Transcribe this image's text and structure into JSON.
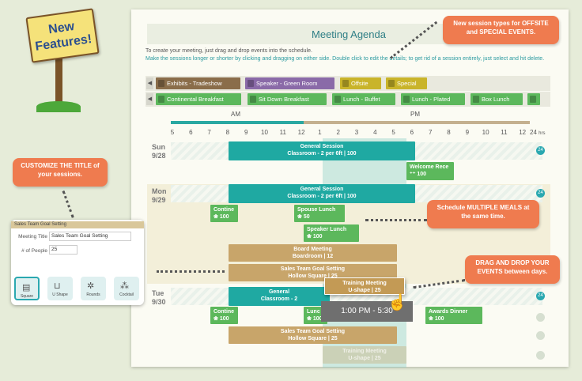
{
  "sign": {
    "text": "New Features!"
  },
  "app": {
    "title": "Meeting Agenda",
    "instructions_1": "To create your meeting, just drag and drop events into the schedule.",
    "instructions_2": "Make the sessions longer or shorter by clicking and dragging on either side. Double click to edit the details; to get rid of a session entirely, just select and hit delete."
  },
  "palette": {
    "row1": [
      "Exhibits - Tradeshow",
      "Speaker - Green Room",
      "Offsite",
      "Special"
    ],
    "row1_colors": [
      "#8a6d4a",
      "#8a6aa8",
      "#c9b42a",
      "#c9b42a"
    ],
    "row2": [
      "Continental Breakfast",
      "Sit Down Breakfast",
      "Lunch - Buffet",
      "Lunch - Plated",
      "Box Lunch"
    ]
  },
  "timeline": {
    "am": "AM",
    "pm": "PM",
    "hours": [
      "5",
      "6",
      "7",
      "8",
      "9",
      "10",
      "11",
      "12",
      "1",
      "2",
      "3",
      "4",
      "5",
      "6",
      "7",
      "8",
      "9",
      "10",
      "11",
      "12"
    ],
    "end_label": "24",
    "hrs": "hrs"
  },
  "days": [
    {
      "day": "Sun",
      "date": "9/28",
      "badge": "24"
    },
    {
      "day": "Mon",
      "date": "9/29",
      "badge": "24"
    },
    {
      "day": "Tue",
      "date": "9/30",
      "badge": "24"
    }
  ],
  "events": {
    "sun_general_1": "General Session",
    "sun_general_2": "Classroom - 2 per 6ft | 100",
    "sun_welcome_1": "Welcome Rece",
    "sun_welcome_2": "100",
    "mon_general_1": "General Session",
    "mon_general_2": "Classroom - 2 per 6ft | 100",
    "mon_continental_1": "Contine",
    "mon_continental_2": "100",
    "mon_spouse_1": "Spouse Lunch",
    "mon_spouse_2": "50",
    "mon_speaker_1": "Speaker Lunch",
    "mon_speaker_2": "100",
    "mon_board_1": "Board Meeting",
    "mon_board_2": "Boardroom | 12",
    "mon_goal_1": "Sales Team Goal Setting",
    "mon_goal_2": "Hollow Square | 25",
    "drag_1": "Training Meeting",
    "drag_2": "U-shape | 25",
    "tue_general_1": "General",
    "tue_general_2": "Classroom - 2",
    "tue_continental_1": "Contine",
    "tue_continental_2": "100",
    "tue_lunch_1": "Lunc",
    "tue_lunch_2": "100",
    "tue_awards_1": "Awards Dinner",
    "tue_awards_2": "100",
    "tue_goal_1": "Sales Team Goal Setting",
    "tue_goal_2": "Hollow Square | 25",
    "ghost_1": "Training Meeting",
    "ghost_2": "U-shape | 25",
    "tooltip": "1:00 PM - 5:30"
  },
  "callouts": {
    "offsite": "New session types for OFFSITE and SPECIAL EVENTS.",
    "title": "CUSTOMIZE THE TITLE of your sessions.",
    "meals": "Schedule MULTIPLE MEALS at the same time.",
    "drag": "DRAG AND DROP YOUR EVENTS between days."
  },
  "card": {
    "header": "Sales Team Goal Setting",
    "title_label": "Meeting Title",
    "title_value": "Sales Team Goal Setting",
    "people_label": "# of People",
    "people_value": "25",
    "shapes": [
      "Square",
      "U Shape",
      "Rounds",
      "Cocktail"
    ]
  },
  "colors": {
    "teal": "#1fa9a2",
    "green": "#5cb85c",
    "tan": "#c8a56a",
    "callout": "#ef7b4f"
  }
}
